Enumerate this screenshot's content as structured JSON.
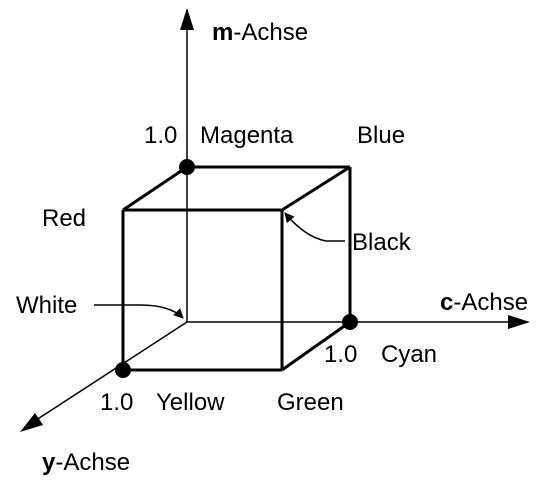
{
  "axes": {
    "m": {
      "letter": "m",
      "suffix": "-Achse"
    },
    "c": {
      "letter": "c",
      "suffix": "-Achse"
    },
    "y": {
      "letter": "y",
      "suffix": "-Achse"
    }
  },
  "vertices": {
    "magenta": {
      "scale": "1.0",
      "name": "Magenta"
    },
    "cyan": {
      "scale": "1.0",
      "name": "Cyan"
    },
    "yellow": {
      "scale": "1.0",
      "name": "Yellow"
    },
    "blue": "Blue",
    "red": "Red",
    "green": "Green",
    "black": "Black",
    "white": "White"
  },
  "colors": {
    "stroke": "#000000",
    "background": "#ffffff"
  }
}
